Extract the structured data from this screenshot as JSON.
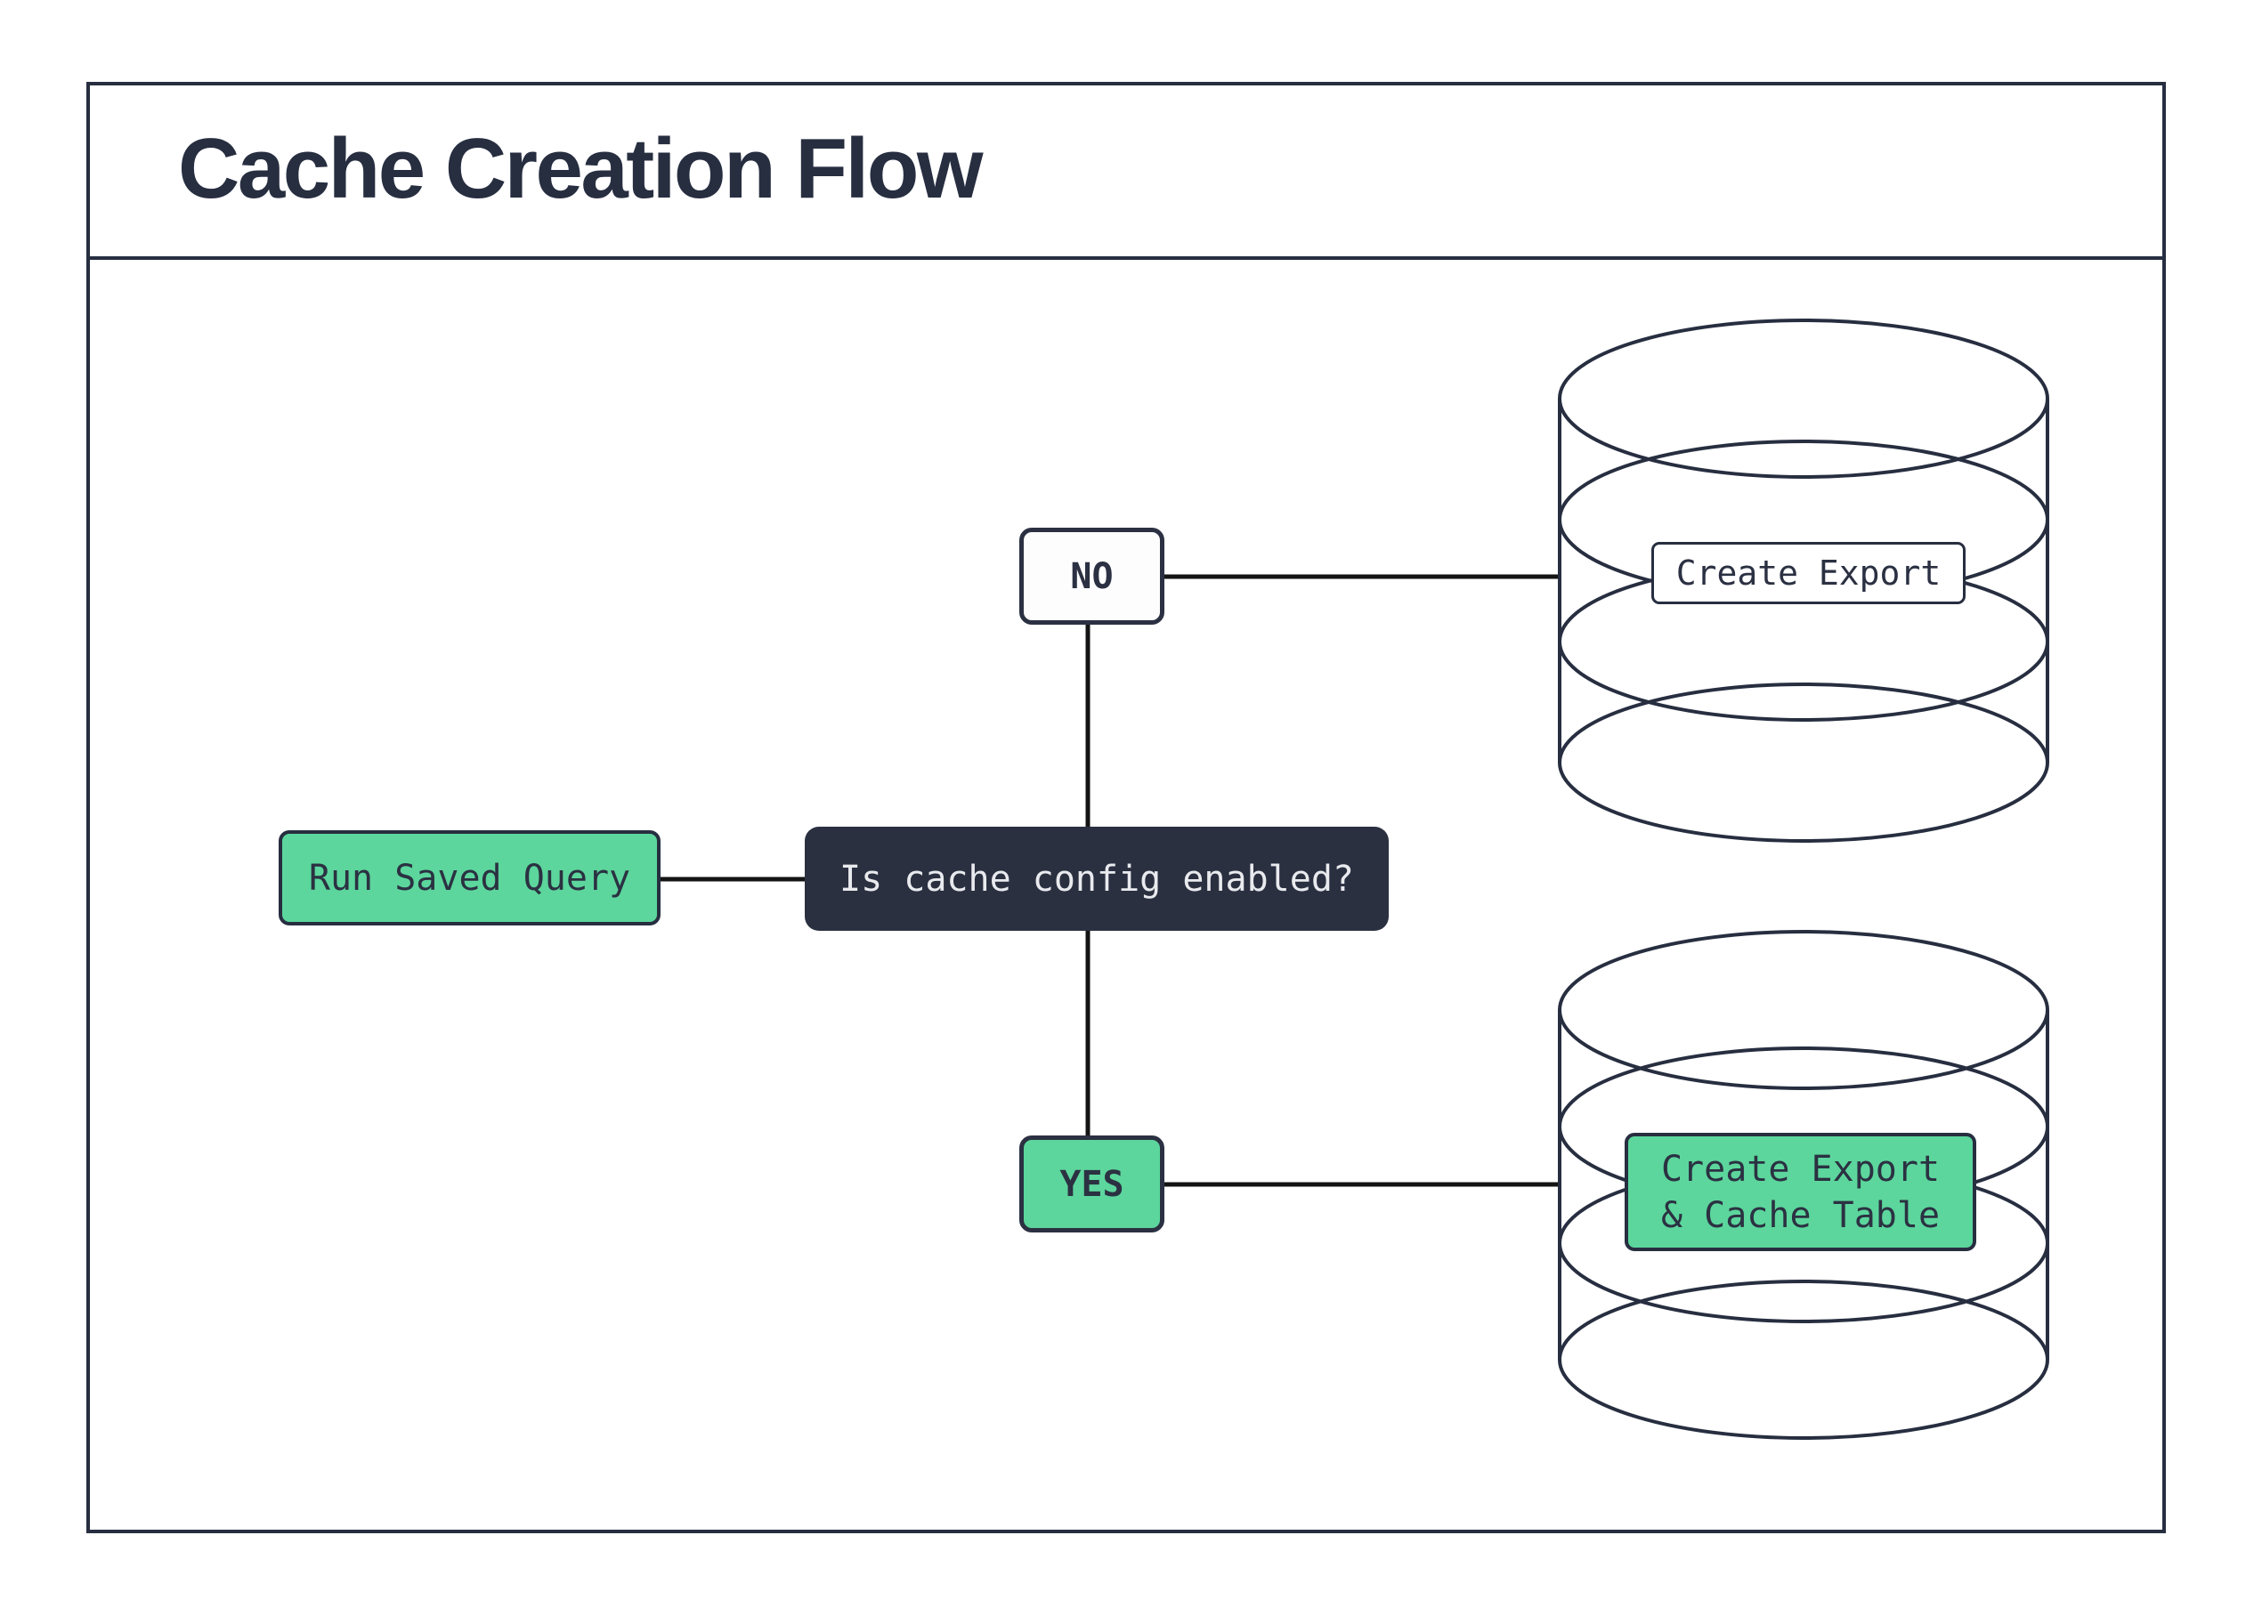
{
  "title": "Cache Creation Flow",
  "nodes": {
    "start": {
      "label": "Run Saved Query"
    },
    "decision": {
      "label": "Is cache config enabled?"
    },
    "branch_no": {
      "label": "NO"
    },
    "branch_yes": {
      "label": "YES"
    },
    "outcome_no": {
      "label": "Create Export"
    },
    "outcome_yes": {
      "label_line1": "Create Export",
      "label_line2": "& Cache Table"
    }
  },
  "edges": [
    {
      "from": "Run Saved Query",
      "to": "Is cache config enabled?"
    },
    {
      "from": "Is cache config enabled?",
      "to": "NO"
    },
    {
      "from": "Is cache config enabled?",
      "to": "YES"
    },
    {
      "from": "NO",
      "to": "Create Export"
    },
    {
      "from": "YES",
      "to": "Create Export & Cache Table"
    }
  ],
  "icons": {
    "outcome_no_icon": "database-icon",
    "outcome_yes_icon": "database-icon"
  },
  "colors": {
    "accent_green": "#5cd69c",
    "navy": "#272e40",
    "decision_fill": "#2a3040",
    "light_text": "#e9eaee",
    "connector": "#141414",
    "background": "#ffffff"
  }
}
